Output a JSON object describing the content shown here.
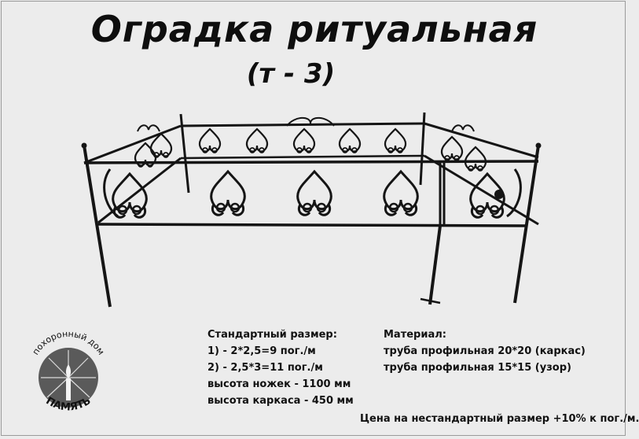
{
  "header": {
    "title": "Оградка ритуальная",
    "model": "(т - 3)"
  },
  "standard": {
    "heading": "Стандартный размер:",
    "lines": [
      "1) - 2*2,5=9 пог./м",
      "2) - 2,5*3=11 пог./м",
      "высота ножек - 1100 мм",
      "высота каркаса - 450 мм"
    ]
  },
  "material": {
    "heading": "Материал:",
    "lines": [
      "труба профильная 20*20 (каркас)",
      "труба профильная 15*15 (узор)"
    ]
  },
  "price_note": "Цена на нестандартный размер +10% к пог./м.",
  "logo": {
    "top_text": "похоронный дом",
    "bottom_text": "ПАМЯТЬ"
  },
  "colors": {
    "background": "#ececec",
    "ink": "#111111"
  }
}
